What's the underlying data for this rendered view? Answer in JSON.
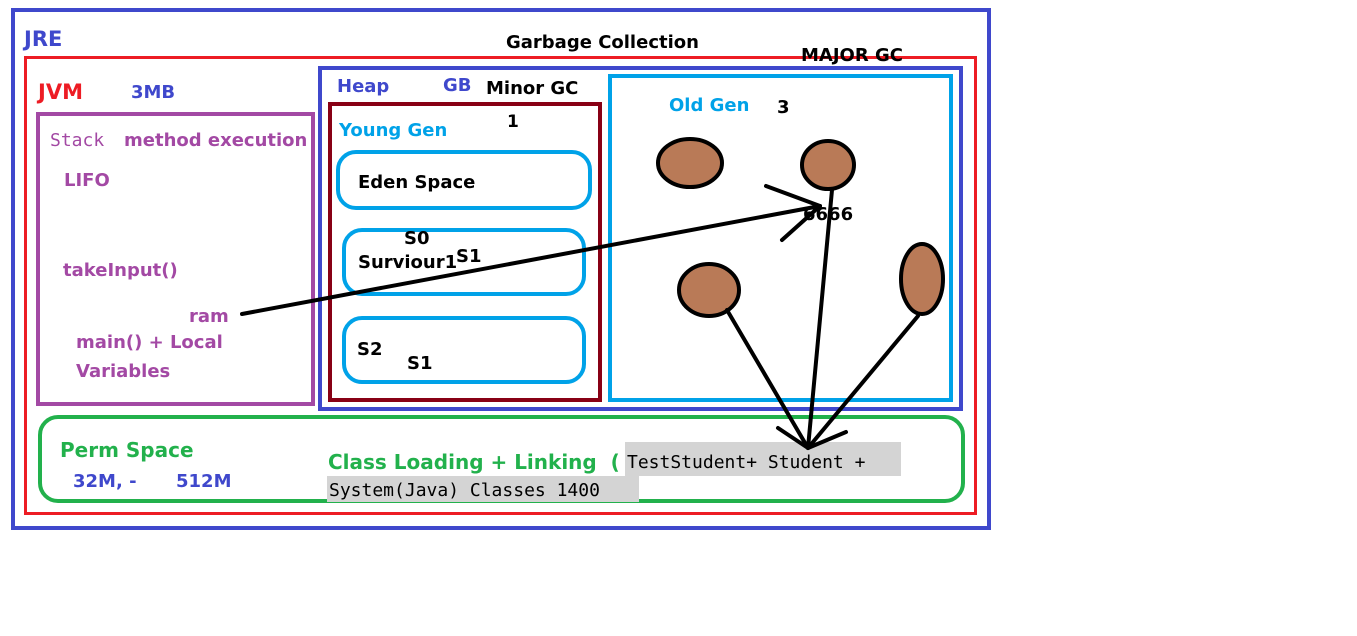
{
  "jre": {
    "label": "JRE"
  },
  "garbage_collection": {
    "label": "Garbage Collection"
  },
  "major_gc": {
    "label": "MAJOR GC"
  },
  "jvm": {
    "label": "JVM",
    "size": "3MB"
  },
  "stack": {
    "label": "Stack",
    "title": "method execution",
    "lifo": "LIFO",
    "take_input": "takeInput()",
    "ram": "ram",
    "main_line1": "main() + Local",
    "main_line2": "Variables"
  },
  "heap": {
    "label": "Heap",
    "unit": "GB",
    "minor_gc": "Minor GC",
    "young_gen": {
      "label": "Young Gen",
      "number": "1",
      "eden": "Eden Space",
      "s0": "S0",
      "surviour": "Surviour1",
      "s1_top": "S1",
      "s2": "S2",
      "s1_bottom": "S1"
    },
    "old_gen": {
      "label": "Old Gen",
      "number": "3",
      "object_label": "6666"
    }
  },
  "perm_space": {
    "label": "Perm Space",
    "size_min": "32M, -",
    "size_max": "512M",
    "class_loading": "Class Loading + Linking  (",
    "classes_line1": "TestStudent+ Student +",
    "classes_line2": "System(Java) Classes 1400"
  },
  "colors": {
    "jre_blue": "#3f48cc",
    "jvm_red": "#ed1c24",
    "stack_purple": "#a349a4",
    "young_gen_maroon": "#880015",
    "cyan": "#00a2e8",
    "perm_green": "#22b14c",
    "object_brown": "#b97a57"
  }
}
